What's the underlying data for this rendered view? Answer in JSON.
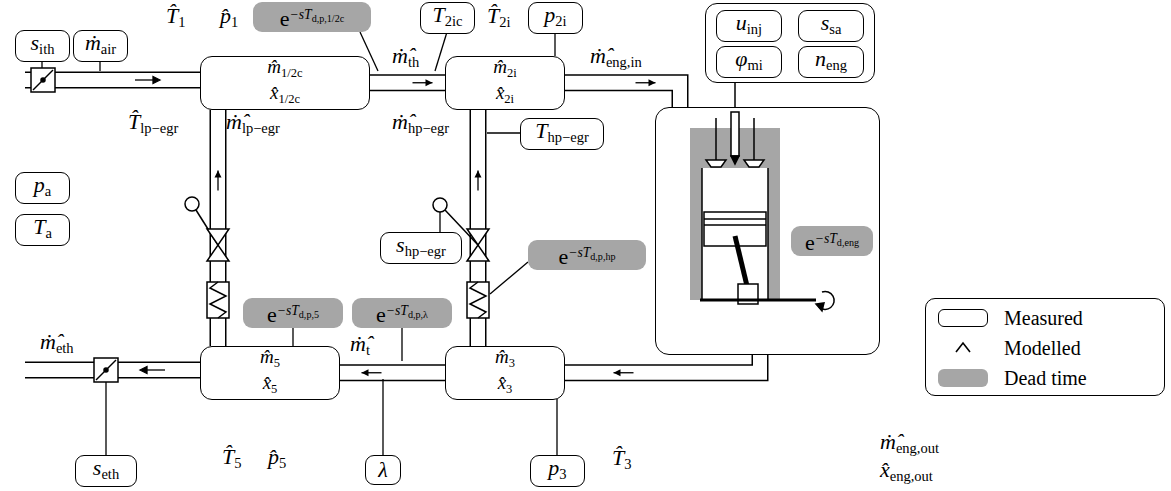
{
  "diagram": {
    "nodes": [
      {
        "text": [
          "s",
          "ith"
        ]
      },
      {
        "text": [
          "ṁ",
          "air"
        ]
      },
      {
        "text": [
          "e",
          "−sT",
          "d,p,1/2c"
        ]
      },
      {
        "text": [
          "T",
          "2ic"
        ]
      },
      {
        "text": [
          "p",
          "2i"
        ]
      },
      {
        "text": []
      },
      {
        "text": [
          "u",
          "inj"
        ],
        "in": 5
      },
      {
        "text": [
          "s",
          "sa"
        ],
        "in": 5
      },
      {
        "text": [
          "φ",
          "mi"
        ],
        "in": 5
      },
      {
        "text": [
          "n",
          "eng"
        ],
        "in": 5
      },
      {
        "text": [
          "m̂",
          "1/2c",
          "x̂",
          "1/2c"
        ]
      },
      {
        "text": [
          "m̂",
          "2i",
          "x̂",
          "2i"
        ]
      },
      {
        "text": [
          "p",
          "a"
        ]
      },
      {
        "text": [
          "T",
          "a"
        ]
      },
      {
        "text": [
          "T",
          "hp−egr"
        ]
      },
      {
        "text": [
          "s",
          "hp−egr"
        ]
      },
      {
        "text": [
          "e",
          "−sT",
          "d,p,hp"
        ]
      },
      {
        "text": []
      },
      {
        "text": [
          "e",
          "−sT",
          "d,eng"
        ],
        "in": 17
      },
      {
        "text": [
          "e",
          "−sT",
          "d,p,5"
        ]
      },
      {
        "text": [
          "e",
          "−sT",
          "d,p,λ"
        ]
      },
      {
        "text": [
          "m̂",
          "5",
          "x̂",
          "5"
        ]
      },
      {
        "text": [
          "m̂",
          "3",
          "x̂",
          "3"
        ]
      },
      {
        "text": [
          "s",
          "eth"
        ]
      },
      {
        "text": [
          "λ"
        ]
      },
      {
        "text": [
          "p",
          "3"
        ]
      }
    ],
    "edges": [
      {
        "from": 10,
        "to": 11,
        "arrow": "to"
      },
      {
        "from": 11,
        "to": 17,
        "arrow": "to"
      },
      {
        "from": 17,
        "to": 22,
        "arrow": "to"
      },
      {
        "from": 22,
        "to": 21,
        "arrow": "to"
      },
      {
        "from": 21,
        "to": 10,
        "arrow": "to"
      },
      {
        "from": 22,
        "to": 11,
        "arrow": "to"
      },
      {
        "from": 5,
        "to": 17,
        "arrow": "none"
      }
    ],
    "labels": [
      "T̂",
      "1",
      "p̂",
      "1",
      "ṁ̂",
      "th",
      "T̂",
      "2i",
      "ṁ̂",
      "eng,in",
      "T̂",
      "lp−egr",
      "ṁ̂",
      "lp−egr",
      "ṁ̂",
      "hp−egr",
      "ṁ̂",
      "t",
      "ṁ̂",
      "eth",
      "T̂",
      "5",
      "p̂",
      "5",
      "T̂",
      "3",
      "ṁ̂",
      "eng,out",
      "x̂",
      "eng,out"
    ],
    "legend": [
      {
        "text": "Measured"
      },
      {
        "text": "Modelled"
      },
      {
        "text": "Dead time",
        "color": "#a6a6a6"
      }
    ]
  }
}
